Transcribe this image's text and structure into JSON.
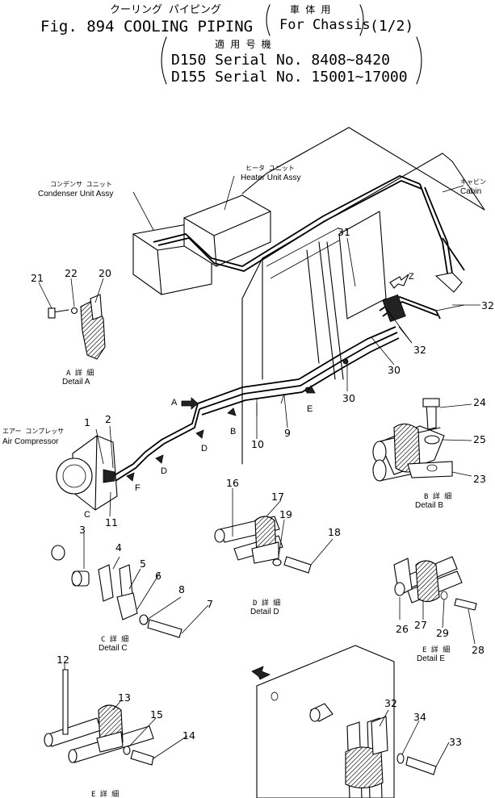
{
  "header": {
    "jp_title": "クーリング パイピング",
    "jp_chassis": "車 体 用",
    "title": "Fig. 894 COOLING PIPING",
    "for_chassis": "For Chassis",
    "page": "(1/2)",
    "jp_applicable": "適 用 号 機",
    "serial_1": "D150 Serial No. 8408~8420",
    "serial_2": "D155 Serial No. 15001~17000"
  },
  "callouts": {
    "condenser_jp": "コンデンサ ユニット",
    "condenser_en": "Condenser Unit Assy",
    "heater_jp": "ヒータ ユニット",
    "heater_en": "Heater Unit Assy",
    "cabin_jp": "キャビン",
    "cabin_en": "Cabin",
    "compressor_jp": "エアー コンプレッサ",
    "compressor_en": "Air Compressor"
  },
  "details": {
    "a_jp": "A 詳 細",
    "a_en": "Detail A",
    "b_jp": "B 詳 細",
    "b_en": "Detail B",
    "c_jp": "C 詳 細",
    "c_en": "Detail C",
    "d_jp": "D 詳 細",
    "d_en": "Detail D",
    "e_jp": "E 詳 細",
    "e_en": "Detail E",
    "bottom_jp": "E 詳 細"
  },
  "letters": {
    "A": "A",
    "B": "B",
    "C": "C",
    "D1": "D",
    "D2": "D",
    "E": "E",
    "F": "F",
    "Z": "Z"
  },
  "parts": {
    "p1": "1",
    "p2": "2",
    "p3": "3",
    "p4": "4",
    "p5": "5",
    "p6": "6",
    "p7": "7",
    "p8": "8",
    "p9": "9",
    "p10": "10",
    "p11": "11",
    "p12": "12",
    "p13": "13",
    "p14": "14",
    "p15": "15",
    "p16": "16",
    "p17": "17",
    "p18": "18",
    "p19": "19",
    "p20": "20",
    "p21": "21",
    "p22": "22",
    "p23": "23",
    "p24": "24",
    "p25": "25",
    "p26": "26",
    "p27": "27",
    "p28": "28",
    "p29": "29",
    "p30a": "30",
    "p30b": "30",
    "p31": "31",
    "p32a": "32",
    "p32b": "32",
    "p32c": "32",
    "p33": "33",
    "p34": "34"
  }
}
